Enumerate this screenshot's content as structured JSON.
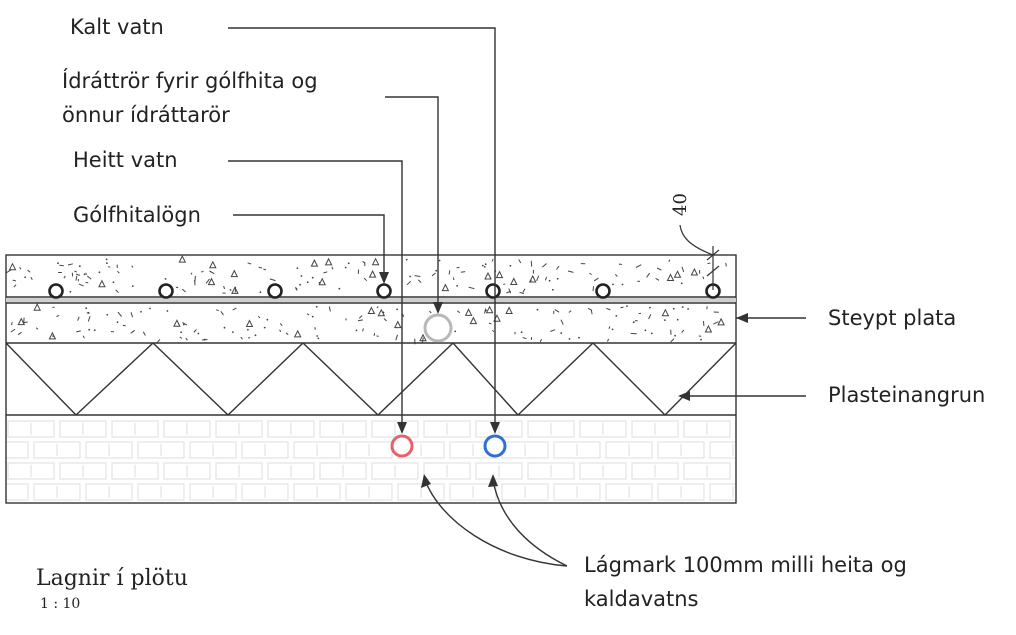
{
  "callouts": {
    "kalt_vatn": "Kalt vatn",
    "idrattaror_line1": "Ídráttrör fyrir gólfhita og",
    "idrattaror_line2": "önnur ídráttarör",
    "heitt_vatn": "Heitt vatn",
    "golfhitalogn": "Gólfhitalögn",
    "steypt_plata": "Steypt plata",
    "plasteinangrun": "Plasteinangrun",
    "lagmark_line1": "Lágmark 100mm milli heita og",
    "lagmark_line2": "kaldavatns"
  },
  "dimension": "40",
  "caption": {
    "title": "Lagnir í plötu",
    "scale": "1 : 10"
  },
  "colors": {
    "line": "#333333",
    "hot_pipe": "#e8606a",
    "cold_pipe": "#2e6fd6",
    "conduit": "#b8b8b8",
    "membrane": "#cfcfcf",
    "brick": "#e6e6e6"
  }
}
